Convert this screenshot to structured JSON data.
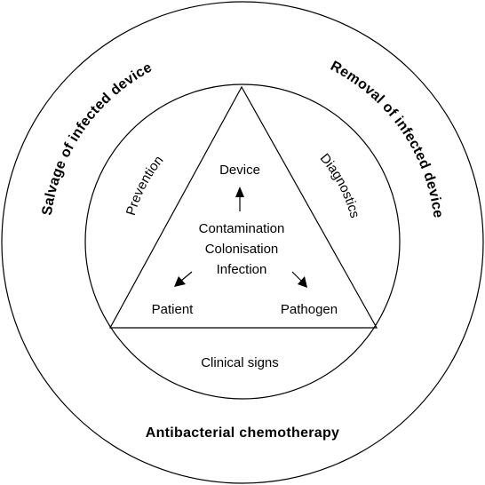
{
  "outer_ring": {
    "left_label": "Salvage of infected device",
    "right_label": "Removal of infected device",
    "bottom_label": "Antibacterial chemotherapy"
  },
  "inner_ring": {
    "left_side_label": "Prevention",
    "right_side_label": "Diagnostics",
    "bottom_label": "Clinical signs"
  },
  "triangle": {
    "top_vertex": "Device",
    "bottom_left_vertex": "Patient",
    "bottom_right_vertex": "Pathogen",
    "center_lines": [
      "Contamination",
      "Colonisation",
      "Infection"
    ]
  }
}
